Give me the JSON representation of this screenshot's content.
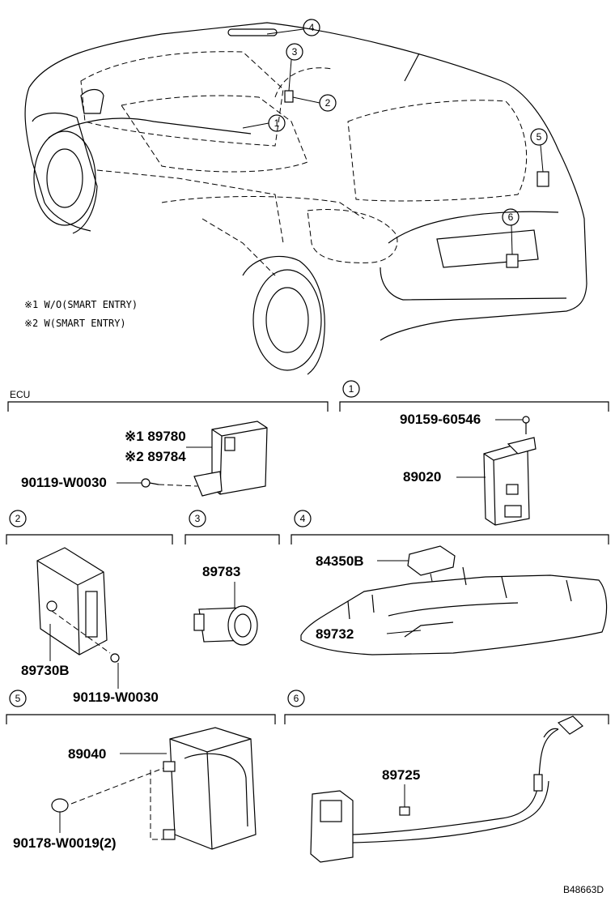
{
  "notes": {
    "note1": "※1 W/O(SMART ENTRY)",
    "note2": "※2 W(SMART ENTRY)"
  },
  "car_callouts": [
    "4",
    "3",
    "2",
    "1",
    "5",
    "6"
  ],
  "sections": {
    "ecu": {
      "label": "ECU"
    },
    "s1": {
      "num": "1"
    },
    "s2": {
      "num": "2"
    },
    "s3": {
      "num": "3"
    },
    "s4": {
      "num": "4"
    },
    "s5": {
      "num": "5"
    },
    "s6": {
      "num": "6"
    }
  },
  "parts": {
    "p89780": "※1 89780",
    "p89784": "※2 89784",
    "p90119_a": "90119-W0030",
    "p90159": "90159-60546",
    "p89020": "89020",
    "p89783": "89783",
    "p84350B": "84350B",
    "p89732": "89732",
    "p89730B": "89730B",
    "p90119_b": "90119-W0030",
    "p89040": "89040",
    "p90178": "90178-W0019(2)",
    "p89725": "89725"
  },
  "figure_code": "B48663D"
}
